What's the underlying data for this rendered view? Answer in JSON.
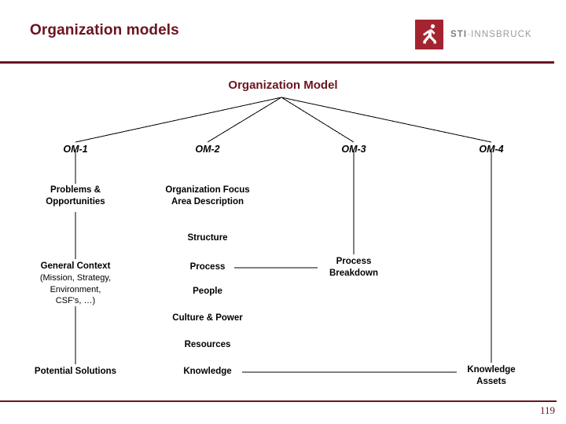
{
  "header": {
    "title": "Organization models",
    "logo_mark_name": "sti-innsbruck-figure-logo",
    "logo_word_sti": "STI",
    "logo_word_sep": "·",
    "logo_word_innsbruck": "INNSBRUCK",
    "brand_color": "#6b1420",
    "logo_red": "#a32430"
  },
  "footer": {
    "page_number": "119"
  },
  "diagram": {
    "title": "Organization Model",
    "columns": [
      {
        "key": "om1",
        "label": "OM-1",
        "nodes": [
          {
            "key": "problems",
            "line1": "Problems &",
            "line2": "Opportunities"
          },
          {
            "key": "general_context",
            "line1": "General Context",
            "sub1": "(Mission, Strategy,",
            "sub2": "Environment,",
            "sub3": "CSF's, …)"
          },
          {
            "key": "potential_solutions",
            "line1": "Potential Solutions"
          }
        ]
      },
      {
        "key": "om2",
        "label": "OM-2",
        "nodes": [
          {
            "key": "focus_area",
            "line1": "Organization Focus",
            "line2": "Area Description"
          },
          {
            "key": "structure",
            "line1": "Structure"
          },
          {
            "key": "process",
            "line1": "Process"
          },
          {
            "key": "people",
            "line1": "People"
          },
          {
            "key": "culture_power",
            "line1": "Culture & Power"
          },
          {
            "key": "resources",
            "line1": "Resources"
          },
          {
            "key": "knowledge",
            "line1": "Knowledge"
          }
        ]
      },
      {
        "key": "om3",
        "label": "OM-3",
        "nodes": [
          {
            "key": "process_breakdown",
            "line1": "Process",
            "line2": "Breakdown"
          }
        ]
      },
      {
        "key": "om4",
        "label": "OM-4",
        "nodes": [
          {
            "key": "knowledge_assets",
            "line1": "Knowledge",
            "line2": "Assets"
          }
        ]
      }
    ]
  }
}
